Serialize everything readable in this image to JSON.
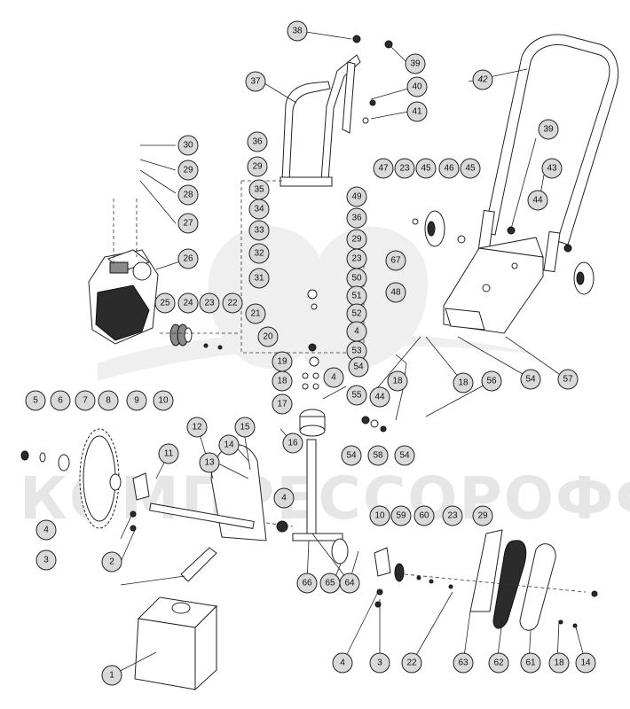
{
  "diagram": {
    "watermark": "КОМПРЕССОРОФФ",
    "callouts": [
      {
        "id": "c38",
        "label": "38"
      },
      {
        "id": "c39a",
        "label": "39"
      },
      {
        "id": "c37",
        "label": "37"
      },
      {
        "id": "c40",
        "label": "40"
      },
      {
        "id": "c41",
        "label": "41"
      },
      {
        "id": "c42",
        "label": "42"
      },
      {
        "id": "c30",
        "label": "30"
      },
      {
        "id": "c29a",
        "label": "29"
      },
      {
        "id": "c28",
        "label": "28"
      },
      {
        "id": "c27",
        "label": "27"
      },
      {
        "id": "c36a",
        "label": "36"
      },
      {
        "id": "c29b",
        "label": "29"
      },
      {
        "id": "c39b",
        "label": "39"
      },
      {
        "id": "c47",
        "label": "47"
      },
      {
        "id": "c23a",
        "label": "23"
      },
      {
        "id": "c45a",
        "label": "45"
      },
      {
        "id": "c46",
        "label": "46"
      },
      {
        "id": "c45b",
        "label": "45"
      },
      {
        "id": "c43",
        "label": "43"
      },
      {
        "id": "c35",
        "label": "35"
      },
      {
        "id": "c49",
        "label": "49"
      },
      {
        "id": "c34",
        "label": "34"
      },
      {
        "id": "c36b",
        "label": "36"
      },
      {
        "id": "c44a",
        "label": "44"
      },
      {
        "id": "c33",
        "label": "33"
      },
      {
        "id": "c29c",
        "label": "29"
      },
      {
        "id": "c26",
        "label": "26"
      },
      {
        "id": "c32",
        "label": "32"
      },
      {
        "id": "c23b",
        "label": "23"
      },
      {
        "id": "c67",
        "label": "67"
      },
      {
        "id": "c31",
        "label": "31"
      },
      {
        "id": "c50",
        "label": "50"
      },
      {
        "id": "c51",
        "label": "51"
      },
      {
        "id": "c48",
        "label": "48"
      },
      {
        "id": "c25",
        "label": "25"
      },
      {
        "id": "c24",
        "label": "24"
      },
      {
        "id": "c23c",
        "label": "23"
      },
      {
        "id": "c22a",
        "label": "22"
      },
      {
        "id": "c21",
        "label": "21"
      },
      {
        "id": "c52",
        "label": "52"
      },
      {
        "id": "c20",
        "label": "20"
      },
      {
        "id": "c4a",
        "label": "4"
      },
      {
        "id": "c53",
        "label": "53"
      },
      {
        "id": "c19",
        "label": "19"
      },
      {
        "id": "c54a",
        "label": "54"
      },
      {
        "id": "c18a",
        "label": "18"
      },
      {
        "id": "c4b",
        "label": "4"
      },
      {
        "id": "c55",
        "label": "55"
      },
      {
        "id": "c18b",
        "label": "18"
      },
      {
        "id": "c18c",
        "label": "18"
      },
      {
        "id": "c56",
        "label": "56"
      },
      {
        "id": "c54b",
        "label": "54"
      },
      {
        "id": "c57",
        "label": "57"
      },
      {
        "id": "c17",
        "label": "17"
      },
      {
        "id": "c44b",
        "label": "44"
      },
      {
        "id": "c5",
        "label": "5"
      },
      {
        "id": "c6",
        "label": "6"
      },
      {
        "id": "c7",
        "label": "7"
      },
      {
        "id": "c8",
        "label": "8"
      },
      {
        "id": "c9",
        "label": "9"
      },
      {
        "id": "c10a",
        "label": "10"
      },
      {
        "id": "c12",
        "label": "12"
      },
      {
        "id": "c15",
        "label": "15"
      },
      {
        "id": "c14a",
        "label": "14"
      },
      {
        "id": "c16",
        "label": "16"
      },
      {
        "id": "c54c",
        "label": "54"
      },
      {
        "id": "c58",
        "label": "58"
      },
      {
        "id": "c54d",
        "label": "54"
      },
      {
        "id": "c11",
        "label": "11"
      },
      {
        "id": "c13",
        "label": "13"
      },
      {
        "id": "c4c",
        "label": "4"
      },
      {
        "id": "c4d",
        "label": "4"
      },
      {
        "id": "c3a",
        "label": "3"
      },
      {
        "id": "c2",
        "label": "2"
      },
      {
        "id": "c10b",
        "label": "10"
      },
      {
        "id": "c59",
        "label": "59"
      },
      {
        "id": "c60",
        "label": "60"
      },
      {
        "id": "c23d",
        "label": "23"
      },
      {
        "id": "c29d",
        "label": "29"
      },
      {
        "id": "c66",
        "label": "66"
      },
      {
        "id": "c65",
        "label": "65"
      },
      {
        "id": "c64",
        "label": "64"
      },
      {
        "id": "c1",
        "label": "1"
      },
      {
        "id": "c4e",
        "label": "4"
      },
      {
        "id": "c3b",
        "label": "3"
      },
      {
        "id": "c22b",
        "label": "22"
      },
      {
        "id": "c63",
        "label": "63"
      },
      {
        "id": "c62",
        "label": "62"
      },
      {
        "id": "c61",
        "label": "61"
      },
      {
        "id": "c18d",
        "label": "18"
      },
      {
        "id": "c14b",
        "label": "14"
      }
    ],
    "italic_callouts": [
      "c42"
    ]
  }
}
